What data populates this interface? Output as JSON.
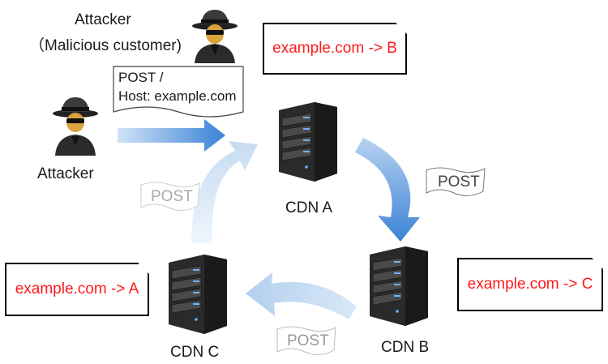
{
  "attacker_top": {
    "line1": "Attacker",
    "line2": "（Malicious customer)"
  },
  "attacker_left": {
    "label": "Attacker"
  },
  "request": {
    "line1": "POST /",
    "line2": "Host: example.com"
  },
  "nodes": {
    "a": {
      "label": "CDN A",
      "config": "example.com -> B"
    },
    "b": {
      "label": "CDN B",
      "config": "example.com -> C"
    },
    "c": {
      "label": "CDN C",
      "config": "example.com -> A"
    }
  },
  "flows": {
    "a_to_b": "POST",
    "b_to_c": "POST",
    "c_to_a": "POST"
  },
  "colors": {
    "config_text": "#ff1a1a",
    "arrow_blue": "#4a8fd8",
    "arrow_faded": "#cfe0f4"
  }
}
